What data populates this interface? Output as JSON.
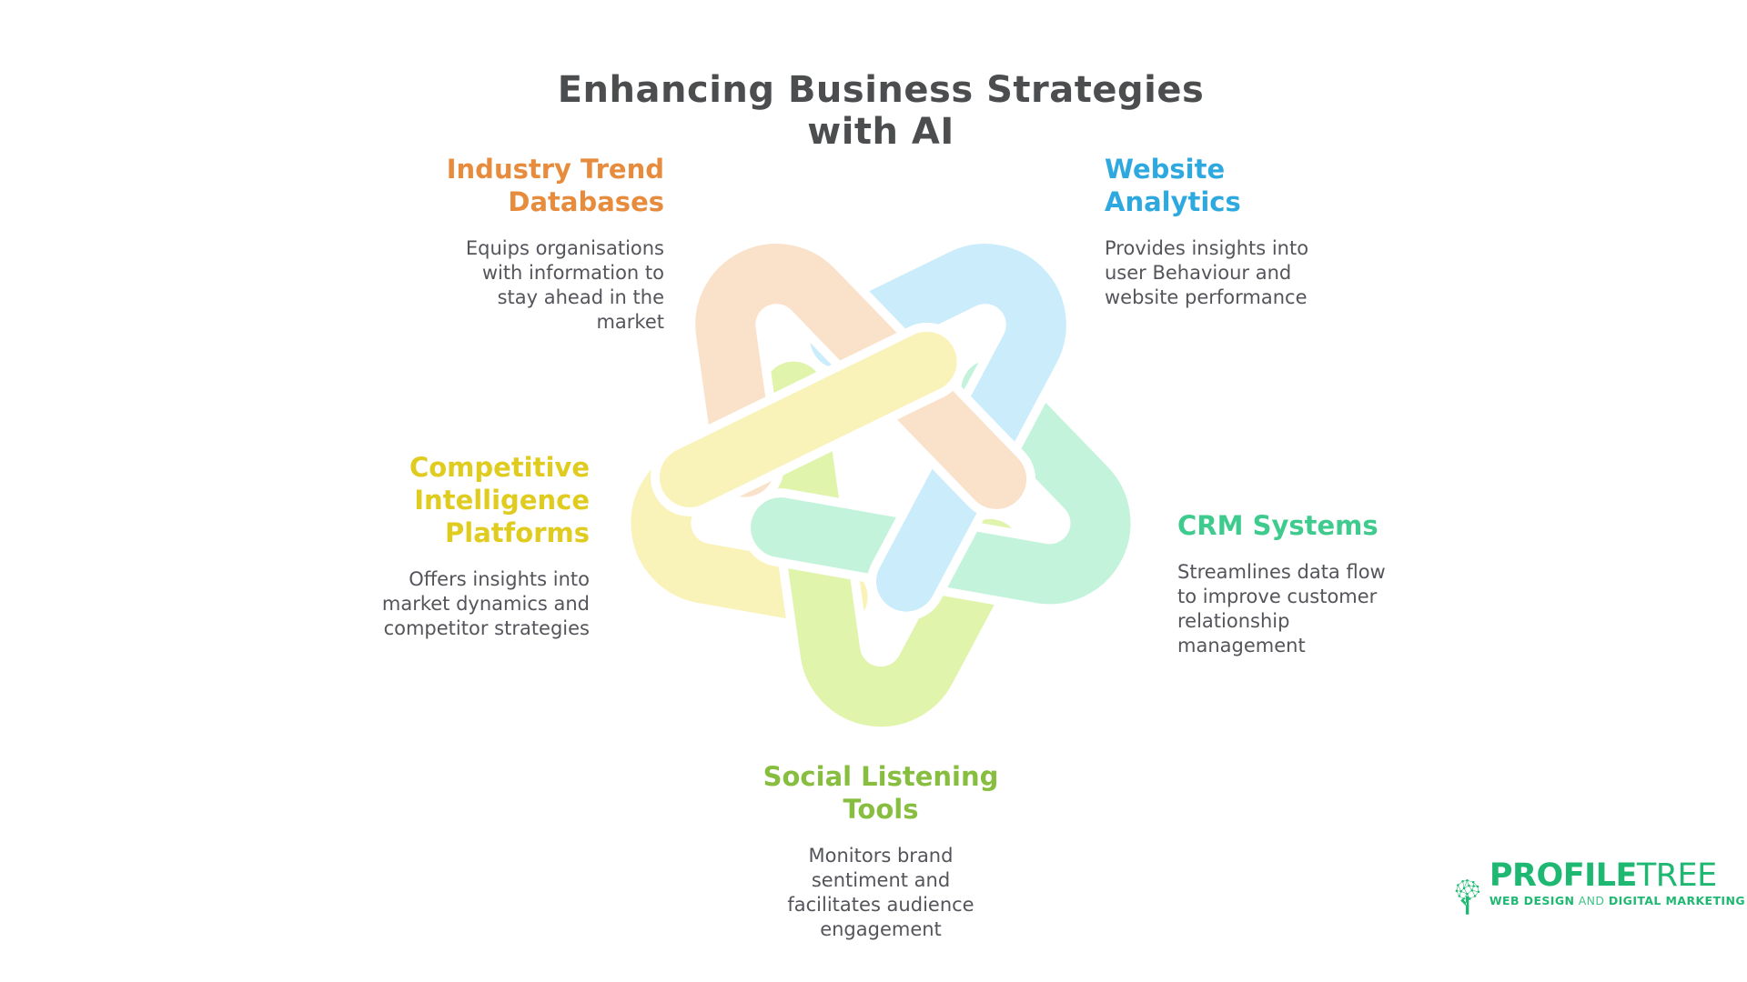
{
  "title": "Enhancing Business Strategies with AI",
  "colors": {
    "title_text": "#4B4D4F",
    "body_text": "#54555A",
    "background": "#FFFFFF",
    "logo_green": "#1EB872"
  },
  "sections": [
    {
      "id": "industry-trend-databases",
      "heading": "Industry Trend\nDatabases",
      "body": "Equips organisations\nwith information to\nstay ahead in the\nmarket",
      "heading_color": "#E78B3D",
      "ribbon_color": "#FAE1CA"
    },
    {
      "id": "website-analytics",
      "heading": "Website\nAnalytics",
      "body": "Provides insights into\nuser Behaviour and\nwebsite performance",
      "heading_color": "#2EA9E0",
      "ribbon_color": "#CBECFB"
    },
    {
      "id": "crm-systems",
      "heading": "CRM Systems",
      "body": "Streamlines data flow\nto improve customer\nrelationship\nmanagement",
      "heading_color": "#3FCB8E",
      "ribbon_color": "#C3F3DB"
    },
    {
      "id": "social-listening-tools",
      "heading": "Social Listening\nTools",
      "body": "Monitors brand\nsentiment and\nfacilitates audience\nengagement",
      "heading_color": "#87BE3F",
      "ribbon_color": "#E0F4AC"
    },
    {
      "id": "competitive-intelligence-platforms",
      "heading": "Competitive\nIntelligence\nPlatforms",
      "body": "Offers insights into\nmarket dynamics and\ncompetitor strategies",
      "heading_color": "#E0CB1F",
      "ribbon_color": "#F9F2B9"
    }
  ],
  "logo": {
    "name_part1": "PROFILE",
    "name_part2": "TREE",
    "tagline_part1": "WEB DESIGN",
    "tagline_mid": "AND",
    "tagline_part2": "DIGITAL MARKETING"
  }
}
